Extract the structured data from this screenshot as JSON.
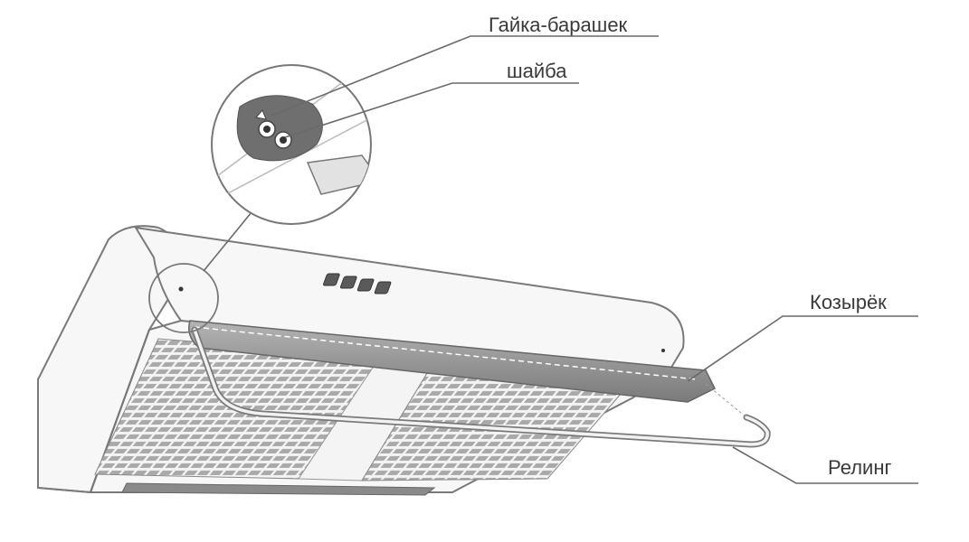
{
  "callouts": {
    "wing_nut": "Гайка-барашек",
    "washer": "шайба",
    "visor": "Козырёк",
    "rail": "Релинг"
  },
  "colors": {
    "line": "#777777",
    "label": "#3a3a3a",
    "visor": "#8c8c8c",
    "grille": "#a8a8a8",
    "knob": "#5a5a5a"
  }
}
